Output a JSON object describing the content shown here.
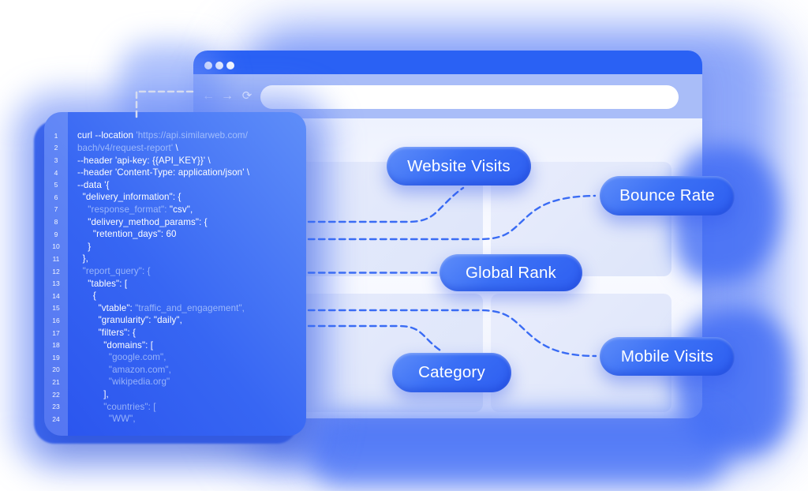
{
  "colors": {
    "accent_blue": "#2a61f4",
    "toolbar_lavender": "#a9bdf8",
    "glow_blue": "#5b83f7",
    "dash_blue": "#3a6cf4",
    "code_window_blue": "#2f5df1",
    "card_lavender": "#e2e8fb",
    "pill_text": "#ffffff"
  },
  "browser": {
    "back_icon": "←",
    "forward_icon": "→",
    "reload_icon": "⟳",
    "address_value": ""
  },
  "pills": [
    {
      "id": "website-visits",
      "label": "Website Visits"
    },
    {
      "id": "bounce-rate",
      "label": "Bounce Rate"
    },
    {
      "id": "global-rank",
      "label": "Global Rank"
    },
    {
      "id": "category",
      "label": "Category"
    },
    {
      "id": "mobile-visits",
      "label": "Mobile Visits"
    }
  ],
  "code": {
    "lines": [
      {
        "n": 1,
        "segments": [
          {
            "text": "curl --location ",
            "style": "bright"
          },
          {
            "text": "'https://api.similarweb.com/",
            "style": "muted"
          }
        ]
      },
      {
        "n": 2,
        "segments": [
          {
            "text": "bach/v4/request-report' ",
            "style": "muted"
          },
          {
            "text": "\\",
            "style": "bright"
          }
        ]
      },
      {
        "n": 3,
        "segments": [
          {
            "text": "--header 'api-key: {{API_KEY}}' \\",
            "style": "bright"
          }
        ]
      },
      {
        "n": 4,
        "segments": [
          {
            "text": "--header 'Content-Type: application/json' \\",
            "style": "bright"
          }
        ]
      },
      {
        "n": 5,
        "segments": [
          {
            "text": "--data '{",
            "style": "bright"
          }
        ]
      },
      {
        "n": 6,
        "segments": [
          {
            "text": "  \"delivery_information\": {",
            "style": "bright"
          }
        ]
      },
      {
        "n": 7,
        "segments": [
          {
            "text": "    \"response_format\": ",
            "style": "muted"
          },
          {
            "text": "\"csv\",",
            "style": "bright"
          }
        ]
      },
      {
        "n": 8,
        "segments": [
          {
            "text": "    \"delivery_method_params\": {",
            "style": "bright"
          }
        ]
      },
      {
        "n": 9,
        "segments": [
          {
            "text": "      \"retention_days\": 60",
            "style": "bright"
          }
        ]
      },
      {
        "n": 10,
        "segments": [
          {
            "text": "    }",
            "style": "bright"
          }
        ]
      },
      {
        "n": 11,
        "segments": [
          {
            "text": "  },",
            "style": "bright"
          }
        ]
      },
      {
        "n": 12,
        "segments": [
          {
            "text": "  \"report_query\": {",
            "style": "muted"
          }
        ]
      },
      {
        "n": 13,
        "segments": [
          {
            "text": "    \"tables\": [",
            "style": "bright"
          }
        ]
      },
      {
        "n": 14,
        "segments": [
          {
            "text": "      {",
            "style": "bright"
          }
        ]
      },
      {
        "n": 15,
        "segments": [
          {
            "text": "        \"vtable\": ",
            "style": "bright"
          },
          {
            "text": "\"traffic_and_engagement\",",
            "style": "muted"
          }
        ]
      },
      {
        "n": 16,
        "segments": [
          {
            "text": "        \"granularity\": \"daily\",",
            "style": "bright"
          }
        ]
      },
      {
        "n": 17,
        "segments": [
          {
            "text": "        \"filters\": {",
            "style": "bright"
          }
        ]
      },
      {
        "n": 18,
        "segments": [
          {
            "text": "          \"domains\": [",
            "style": "bright"
          }
        ]
      },
      {
        "n": 19,
        "segments": [
          {
            "text": "            \"google.com\",",
            "style": "muted"
          }
        ]
      },
      {
        "n": 20,
        "segments": [
          {
            "text": "            \"amazon.com\",",
            "style": "muted"
          }
        ]
      },
      {
        "n": 21,
        "segments": [
          {
            "text": "            \"wikipedia.org\"",
            "style": "muted"
          }
        ]
      },
      {
        "n": 22,
        "segments": [
          {
            "text": "          ],",
            "style": "bright"
          }
        ]
      },
      {
        "n": 23,
        "segments": [
          {
            "text": "          \"countries\": [",
            "style": "muted"
          }
        ]
      },
      {
        "n": 24,
        "segments": [
          {
            "text": "            \"WW\",",
            "style": "muted"
          }
        ]
      }
    ]
  }
}
